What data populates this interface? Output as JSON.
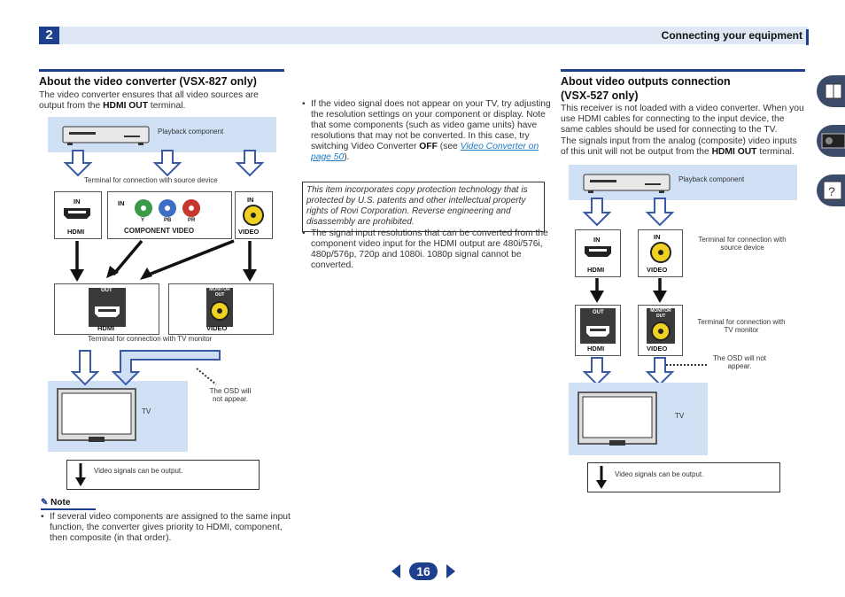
{
  "header": {
    "chapter": "2",
    "title": "Connecting your equipment"
  },
  "left": {
    "heading": "About the video converter (VSX-827 only)",
    "intro_before": "The video converter ensures that all video sources are output from the ",
    "intro_bold": "HDMI OUT",
    "intro_after": " terminal.",
    "diagram": {
      "playback": "Playback component",
      "source_terminal": "Terminal for connection with source device",
      "in": "IN",
      "hdmi": "HDMI",
      "component_video": "COMPONENT VIDEO",
      "video": "VIDEO",
      "y": "Y",
      "pb": "PB",
      "pr": "PR",
      "out": "OUT",
      "monitor_out": "MONITOR OUT",
      "tv_terminal": "Terminal for connection with TV monitor",
      "osd": "The OSD will not appear.",
      "tv": "TV",
      "legend": "Video signals can be output."
    },
    "note_title": "Note",
    "note": "If several video components are assigned to the same input function, the converter gives priority to HDMI, component, then composite (in that order)."
  },
  "middle": {
    "bullet1_a": "If the video signal does not appear on your TV, try adjusting the resolution settings on your component or display. Note that some components (such as video game units) have resolutions that may not be converted. In this case, try switching Video Converter ",
    "bullet1_bold": "OFF",
    "bullet1_b": " (see ",
    "bullet1_link": "Video Converter on page 50",
    "bullet1_c": ").",
    "bullet2": "The signal input resolutions that can be converted from the component video input for the HDMI output are 480i/576i, 480p/576p, 720p and 1080i. 1080p signal cannot be converted.",
    "copy_note": "This item incorporates copy protection technology that is protected by U.S. patents and other intellectual property rights of Rovi Corporation. Reverse engineering and disassembly are prohibited."
  },
  "right": {
    "heading1": "About video outputs connection",
    "heading2": "(VSX-527 only)",
    "p1": "This receiver is not loaded with a video converter. When you use HDMI cables for connecting to the input device, the same cables should be used for connecting to the TV.",
    "p2_before": "The signals input from the analog (composite) video inputs of this unit will not be output from the ",
    "p2_bold": "HDMI OUT",
    "p2_after": " terminal.",
    "diagram": {
      "playback": "Playback component",
      "in": "IN",
      "hdmi": "HDMI",
      "video": "VIDEO",
      "source_terminal": "Terminal for connection with source device",
      "out": "OUT",
      "monitor_out": "MONITOR OUT",
      "tv_terminal": "Terminal for connection with TV monitor",
      "osd": "The OSD will not appear.",
      "tv": "TV",
      "legend": "Video signals can be output."
    }
  },
  "footer": {
    "page": "16"
  }
}
